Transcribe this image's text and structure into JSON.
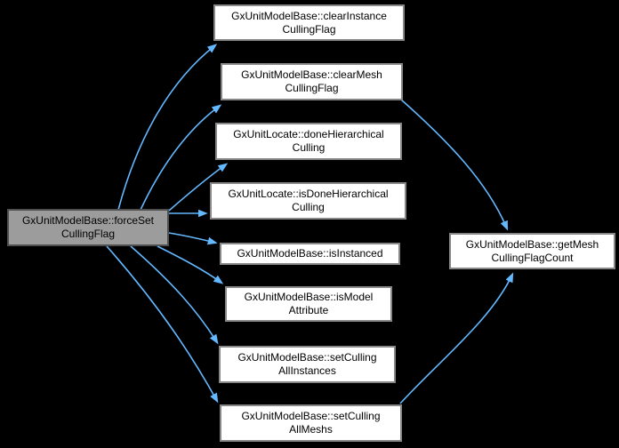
{
  "diagram": {
    "kind": "doxygen-call-graph",
    "colors": {
      "background": "#000000",
      "arrow": "#63b8ff",
      "node_fill": "#ffffff",
      "node_border": "#878787",
      "current_node_fill": "#9c9c9c",
      "current_node_border": "#4f4f4f",
      "text": "#000000"
    },
    "nodes": [
      {
        "id": "force_set_culling_flag",
        "role": "current",
        "full_name": "GxUnitModelBase::forceSetCullingFlag",
        "lines": [
          "GxUnitModelBase::forceSet",
          "CullingFlag"
        ]
      },
      {
        "id": "clear_instance_culling_flag",
        "role": "callee",
        "full_name": "GxUnitModelBase::clearInstanceCullingFlag",
        "lines": [
          "GxUnitModelBase::clearInstance",
          "CullingFlag"
        ]
      },
      {
        "id": "clear_mesh_culling_flag",
        "role": "callee",
        "full_name": "GxUnitModelBase::clearMeshCullingFlag",
        "lines": [
          "GxUnitModelBase::clearMesh",
          "CullingFlag"
        ]
      },
      {
        "id": "done_hierarchical_culling",
        "role": "callee",
        "full_name": "GxUnitLocate::doneHierarchicalCulling",
        "lines": [
          "GxUnitLocate::doneHierarchical",
          "Culling"
        ]
      },
      {
        "id": "is_done_hierarchical_culling",
        "role": "callee",
        "full_name": "GxUnitLocate::isDoneHierarchicalCulling",
        "lines": [
          "GxUnitLocate::isDoneHierarchical",
          "Culling"
        ]
      },
      {
        "id": "is_instanced",
        "role": "callee",
        "full_name": "GxUnitModelBase::isInstanced",
        "lines": [
          "GxUnitModelBase::isInstanced"
        ]
      },
      {
        "id": "is_model_attribute",
        "role": "callee",
        "full_name": "GxUnitModelBase::isModelAttribute",
        "lines": [
          "GxUnitModelBase::isModel",
          "Attribute"
        ]
      },
      {
        "id": "set_culling_all_instances",
        "role": "callee",
        "full_name": "GxUnitModelBase::setCullingAllInstances",
        "lines": [
          "GxUnitModelBase::setCulling",
          "AllInstances"
        ]
      },
      {
        "id": "set_culling_all_meshs",
        "role": "callee",
        "full_name": "GxUnitModelBase::setCullingAllMeshs",
        "lines": [
          "GxUnitModelBase::setCulling",
          "AllMeshs"
        ]
      },
      {
        "id": "get_mesh_culling_flag_count",
        "role": "callee",
        "full_name": "GxUnitModelBase::getMeshCullingFlagCount",
        "lines": [
          "GxUnitModelBase::getMesh",
          "CullingFlagCount"
        ]
      }
    ],
    "edges": [
      {
        "from": "force_set_culling_flag",
        "to": "clear_instance_culling_flag"
      },
      {
        "from": "force_set_culling_flag",
        "to": "clear_mesh_culling_flag"
      },
      {
        "from": "force_set_culling_flag",
        "to": "done_hierarchical_culling"
      },
      {
        "from": "force_set_culling_flag",
        "to": "is_done_hierarchical_culling"
      },
      {
        "from": "force_set_culling_flag",
        "to": "is_instanced"
      },
      {
        "from": "force_set_culling_flag",
        "to": "is_model_attribute"
      },
      {
        "from": "force_set_culling_flag",
        "to": "set_culling_all_instances"
      },
      {
        "from": "force_set_culling_flag",
        "to": "set_culling_all_meshs"
      },
      {
        "from": "clear_mesh_culling_flag",
        "to": "get_mesh_culling_flag_count"
      },
      {
        "from": "set_culling_all_meshs",
        "to": "get_mesh_culling_flag_count"
      }
    ]
  }
}
